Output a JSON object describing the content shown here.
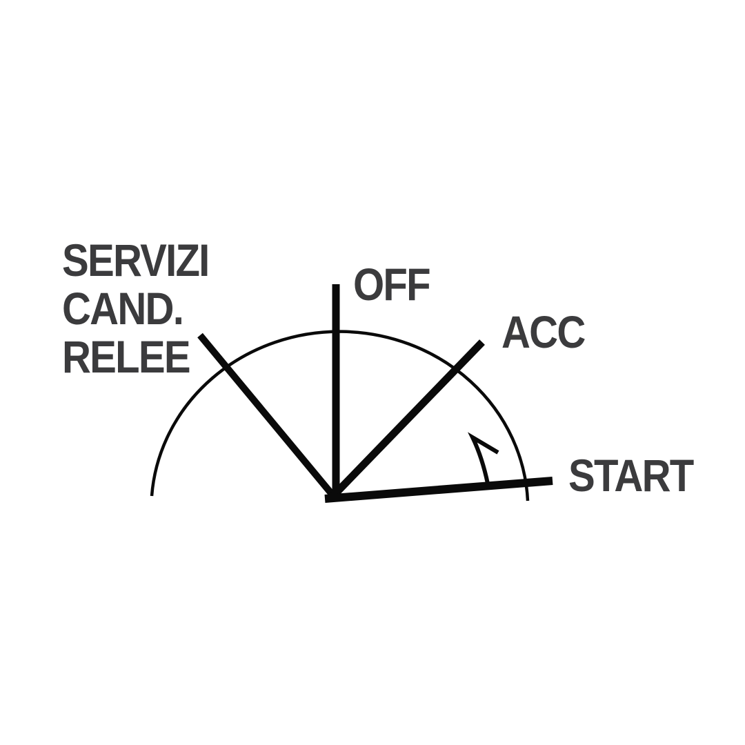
{
  "page": {
    "background_color": "#ffffff"
  },
  "diagram": {
    "type": "ignition-switch-position-diagram",
    "line_color": "#0a0a0a",
    "label_color": "#3b3b3d",
    "labels": {
      "servizi": {
        "line1": "SERVIZI",
        "line2": "CAND.",
        "line3": "RELEE"
      },
      "off": "OFF",
      "acc": "ACC",
      "start": "START"
    },
    "positions": [
      {
        "id": "servizi",
        "label": "SERVIZI CAND. RELEE",
        "angle_deg": 130
      },
      {
        "id": "off",
        "label": "OFF",
        "angle_deg": 90
      },
      {
        "id": "acc",
        "label": "ACC",
        "angle_deg": 46
      },
      {
        "id": "start",
        "label": "START",
        "angle_deg": -4
      }
    ],
    "annotations": {
      "spring_return_arrow": "small arrow between ACC and START indicating key return"
    }
  }
}
